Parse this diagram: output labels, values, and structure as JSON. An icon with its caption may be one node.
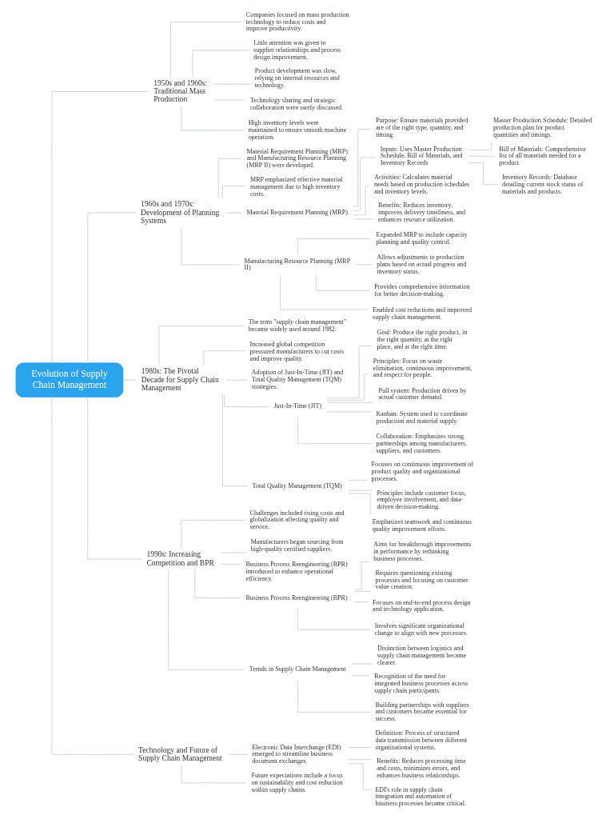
{
  "diagram": {
    "nodes": [
      {
        "text": [
          "Evolution of Supply Chain Management"
        ]
      },
      {
        "text": [
          "1950s and 1960s: Traditional Mass Production"
        ]
      },
      {
        "text": [
          "Companies focused on mass production technology to reduce costs and improve productivity."
        ]
      },
      {
        "text": [
          "Little attention was given to supplier relationships and process design improvement."
        ]
      },
      {
        "text": [
          "Product development was slow, relying on internal resources and technology."
        ]
      },
      {
        "text": [
          "Technology sharing and strategic collaboration were rarely discussed."
        ]
      },
      {
        "text": [
          "High inventory levels were maintained to ensure smooth machine operation."
        ]
      },
      {
        "text": [
          "1960s and 1970s: Development of Planning Systems"
        ]
      },
      {
        "text": [
          "Material Requirement Planning (MRP) and Manufacturing Resource Planning (MRP II) were developed."
        ]
      },
      {
        "text": [
          "MRP emphasized effective material management due to high inventory costs."
        ]
      },
      {
        "text": [
          "Material Requirement Planning (MRP)"
        ]
      },
      {
        "text": [
          "Purpose: Ensure materials provided are of the right type, quantity, and timing."
        ]
      },
      {
        "text": [
          "Inputs: Uses Master Production Schedule, Bill of Materials, and Inventory Records"
        ]
      },
      {
        "text": [
          "Master Production Schedule: Detailed production plan for product quantities and timings."
        ]
      },
      {
        "text": [
          "Bill of Materials: Comprehensive list of all materials needed for a product."
        ]
      },
      {
        "text": [
          "Inventory Records: Database detailing current stock status of materials and products."
        ]
      },
      {
        "text": [
          "Activities: Calculates material needs based on production schedules and inventory levels."
        ]
      },
      {
        "text": [
          "Benefits: Reduces inventory, improves delivery timeliness, and enhances resource utilization."
        ]
      },
      {
        "text": [
          "Manufacturing Resource Planning (MRP II)"
        ]
      },
      {
        "text": [
          "Expanded MRP to include capacity planning and quality control."
        ]
      },
      {
        "text": [
          "Allows adjustments to production plans based on actual progress and inventory status."
        ]
      },
      {
        "text": [
          "Provides comprehensive information for better decision-making."
        ]
      },
      {
        "text": [
          "Enabled cost reductions and improved supply chain management."
        ]
      },
      {
        "text": [
          "1980s: The Pivotal Decade for Supply Chain Management"
        ]
      },
      {
        "text": [
          "The term \"supply chain management\" became widely used around 1982."
        ]
      },
      {
        "text": [
          "Increased global competition pressured manufacturers to cut costs and improve quality."
        ]
      },
      {
        "text": [
          "Adoption of Just-In-Time (JIT) and Total Quality Management (TQM) strategies."
        ]
      },
      {
        "text": [
          "Just-In-Time (JIT)"
        ]
      },
      {
        "text": [
          "Goal: Produce the right product, in the right quantity, at the right place, and at the right time."
        ]
      },
      {
        "text": [
          "Principles: Focus on waste elimination, continuous improvement, and respect for people."
        ]
      },
      {
        "text": [
          "Pull system: Production driven by actual customer demand."
        ]
      },
      {
        "text": [
          "Kanban: System used to coordinate production and material supply."
        ]
      },
      {
        "text": [
          "Collaboration: Emphasizes strong partnerships among manufacturers, suppliers, and customers."
        ]
      },
      {
        "text": [
          "Total Quality Management (TQM)"
        ]
      },
      {
        "text": [
          "Focuses on continuous improvement of product quality and organizational processes."
        ]
      },
      {
        "text": [
          "Principles include customer focus, employee involvement, and data-driven decision-making."
        ]
      },
      {
        "text": [
          "Emphasizes teamwork and continuous quality improvement efforts."
        ]
      },
      {
        "text": [
          "1990s: Increasing Competition and BPR"
        ]
      },
      {
        "text": [
          "Challenges included rising costs and globalization affecting quality and service."
        ]
      },
      {
        "text": [
          "Manufacturers began sourcing from high-quality certified suppliers."
        ]
      },
      {
        "text": [
          "Business Process Reengineering (BPR) introduced to enhance operational efficiency."
        ]
      },
      {
        "text": [
          "Business Process Reengineering (BPR)"
        ]
      },
      {
        "text": [
          "Aims for breakthrough improvements in performance by rethinking business processes."
        ]
      },
      {
        "text": [
          "Requires questioning existing processes and focusing on customer value creation."
        ]
      },
      {
        "text": [
          "Focuses on end-to-end process design and technology application."
        ]
      },
      {
        "text": [
          "Involves significant organizational change to align with new processes."
        ]
      },
      {
        "text": [
          "Trends in Supply Chain Management"
        ]
      },
      {
        "text": [
          "Distinction between logistics and supply chain management became clearer."
        ]
      },
      {
        "text": [
          "Recognition of the need for integrated business processes across supply chain participants."
        ]
      },
      {
        "text": [
          "Building partnerships with suppliers and customers became essential for success."
        ]
      },
      {
        "text": [
          "Technology and Future of Supply Chain Management"
        ]
      },
      {
        "text": [
          "Electronic Data Interchange (EDI) emerged to streamline business document exchanges."
        ]
      },
      {
        "text": [
          "Definition: Process of structured data transmission between different organizational systems."
        ]
      },
      {
        "text": [
          "Benefits: Reduces processing time and costs, minimizes errors, and enhances business relationships."
        ]
      },
      {
        "text": [
          "EDI's role in supply chain integration and automation of business processes became critical."
        ]
      },
      {
        "text": [
          "Future expectations include a focus on sustainability and cost reduction within supply chains."
        ]
      }
    ],
    "edges": [
      {
        "from": 0,
        "to": 1,
        "arrow": "none"
      },
      {
        "from": 1,
        "to": 2,
        "arrow": "none"
      },
      {
        "from": 1,
        "to": 3,
        "arrow": "none"
      },
      {
        "from": 1,
        "to": 4,
        "arrow": "none"
      },
      {
        "from": 1,
        "to": 5,
        "arrow": "none"
      },
      {
        "from": 1,
        "to": 6,
        "arrow": "none"
      },
      {
        "from": 0,
        "to": 7,
        "arrow": "none"
      },
      {
        "from": 7,
        "to": 8,
        "arrow": "none"
      },
      {
        "from": 7,
        "to": 9,
        "arrow": "none"
      },
      {
        "from": 7,
        "to": 10,
        "arrow": "none"
      },
      {
        "from": 10,
        "to": 11,
        "arrow": "none"
      },
      {
        "from": 10,
        "to": 12,
        "arrow": "none"
      },
      {
        "from": 12,
        "to": 13,
        "arrow": "none"
      },
      {
        "from": 12,
        "to": 14,
        "arrow": "none"
      },
      {
        "from": 12,
        "to": 15,
        "arrow": "none"
      },
      {
        "from": 10,
        "to": 16,
        "arrow": "none"
      },
      {
        "from": 10,
        "to": 17,
        "arrow": "none"
      },
      {
        "from": 7,
        "to": 18,
        "arrow": "none"
      },
      {
        "from": 18,
        "to": 19,
        "arrow": "none"
      },
      {
        "from": 18,
        "to": 20,
        "arrow": "none"
      },
      {
        "from": 18,
        "to": 21,
        "arrow": "none"
      },
      {
        "from": 18,
        "to": 22,
        "arrow": "none"
      },
      {
        "from": 0,
        "to": 23,
        "arrow": "none"
      },
      {
        "from": 23,
        "to": 24,
        "arrow": "none"
      },
      {
        "from": 23,
        "to": 25,
        "arrow": "none"
      },
      {
        "from": 23,
        "to": 26,
        "arrow": "none"
      },
      {
        "from": 23,
        "to": 27,
        "arrow": "none"
      },
      {
        "from": 27,
        "to": 28,
        "arrow": "none"
      },
      {
        "from": 27,
        "to": 29,
        "arrow": "none"
      },
      {
        "from": 27,
        "to": 30,
        "arrow": "none"
      },
      {
        "from": 27,
        "to": 31,
        "arrow": "none"
      },
      {
        "from": 27,
        "to": 32,
        "arrow": "none"
      },
      {
        "from": 23,
        "to": 33,
        "arrow": "none"
      },
      {
        "from": 33,
        "to": 34,
        "arrow": "none"
      },
      {
        "from": 33,
        "to": 35,
        "arrow": "none"
      },
      {
        "from": 33,
        "to": 36,
        "arrow": "none"
      },
      {
        "from": 0,
        "to": 37,
        "arrow": "none"
      },
      {
        "from": 37,
        "to": 38,
        "arrow": "none"
      },
      {
        "from": 37,
        "to": 39,
        "arrow": "none"
      },
      {
        "from": 37,
        "to": 40,
        "arrow": "none"
      },
      {
        "from": 37,
        "to": 41,
        "arrow": "none"
      },
      {
        "from": 41,
        "to": 42,
        "arrow": "none"
      },
      {
        "from": 41,
        "to": 43,
        "arrow": "none"
      },
      {
        "from": 41,
        "to": 44,
        "arrow": "none"
      },
      {
        "from": 41,
        "to": 45,
        "arrow": "none"
      },
      {
        "from": 37,
        "to": 46,
        "arrow": "none"
      },
      {
        "from": 46,
        "to": 47,
        "arrow": "none"
      },
      {
        "from": 46,
        "to": 48,
        "arrow": "none"
      },
      {
        "from": 46,
        "to": 49,
        "arrow": "none"
      },
      {
        "from": 0,
        "to": 50,
        "arrow": "none"
      },
      {
        "from": 50,
        "to": 51,
        "arrow": "none"
      },
      {
        "from": 51,
        "to": 52,
        "arrow": "none"
      },
      {
        "from": 51,
        "to": 53,
        "arrow": "none"
      },
      {
        "from": 51,
        "to": 54,
        "arrow": "none"
      },
      {
        "from": 50,
        "to": 55,
        "arrow": "none"
      }
    ]
  }
}
